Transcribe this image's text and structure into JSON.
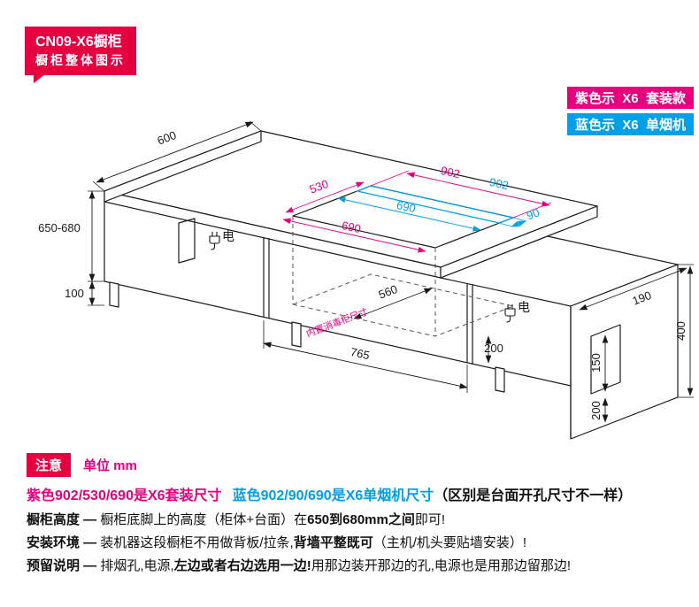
{
  "header": {
    "badge_line1": "CN09-X6橱柜",
    "badge_line2": "橱柜整体图示"
  },
  "legend": {
    "purple_label": "紫色示  X6  套装款",
    "blue_label": "蓝色示  X6  单烟机"
  },
  "diagram": {
    "dims": {
      "top_depth": "600",
      "total_height": "650-680",
      "leg_height": "100",
      "opening_width_purple": "902",
      "opening_width_blue": "902",
      "opening_depth_purple": "530",
      "opening_length_blue": "690",
      "opening_length_purple": "690",
      "opening_depth_blue": "90",
      "interior_depth": "560",
      "interior_note": "内置消毒柜尺寸",
      "front_width": "765",
      "right_top_depth": "190",
      "right_height": "400",
      "cutout_height": "150",
      "cutout_bottom_offset": "200",
      "mid_height": "200",
      "power_label_left": "电",
      "power_label_right": "电"
    },
    "colors": {
      "purple": "#e6007e",
      "blue": "#00a0e9",
      "line": "#1a1a1a",
      "badge_red": "#e60040"
    }
  },
  "footer": {
    "note_badge": "注意",
    "unit": "单位 mm",
    "rule_line": {
      "purple": "紫色902/530/690是X6套装尺寸",
      "blue": "蓝色902/90/690是X6单烟机尺寸",
      "black": "（区别是台面开孔尺寸不一样）"
    },
    "lines": [
      {
        "label": "橱柜高度 — ",
        "t1": "橱柜底脚上的高度（柜体+台面）在",
        "bold": "650到680mm之间",
        "t2": "即可!"
      },
      {
        "label": "安装环境 — ",
        "t1": "装机器这段橱柜不用做背板/拉条,",
        "bold": "背墙平整既可",
        "t2": "（主机/机头要贴墙安装）!"
      },
      {
        "label": "预留说明 — ",
        "t1": "排烟孔,电源,",
        "bold": "左边或者右边选用一边!",
        "t2": "用那边装开那边的孔,电源也是用那边留那边!"
      }
    ]
  }
}
